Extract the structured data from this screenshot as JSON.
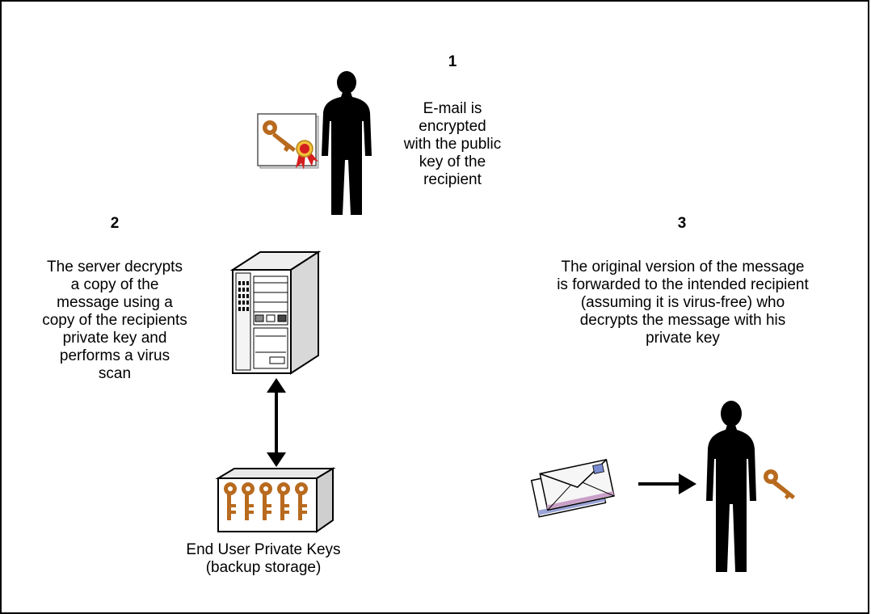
{
  "step1": {
    "number": "1",
    "text": "E-mail is\nencrypted\nwith the public\nkey of the\nrecipient"
  },
  "step2": {
    "number": "2",
    "text": "The server decrypts\na copy of the\nmessage using a\ncopy of the recipients\nprivate key and\nperforms a virus\nscan"
  },
  "step3": {
    "number": "3",
    "text": "The original version of the message\nis forwarded to the intended recipient\n(assuming it is virus-free) who\ndecrypts the message with his\nprivate key"
  },
  "storage": {
    "text": "End User Private Keys\n(backup storage)"
  },
  "icons": [
    "person-silhouette-icon",
    "certificate-key-icon",
    "server-tower-icon",
    "double-arrow-icon",
    "key-box-icon",
    "envelopes-icon",
    "right-arrow-icon",
    "key-icon"
  ],
  "colors": {
    "silhouette": "#000000",
    "key": "#b86a1e",
    "seal": "#d41f1f",
    "server_body": "#ffffff"
  }
}
